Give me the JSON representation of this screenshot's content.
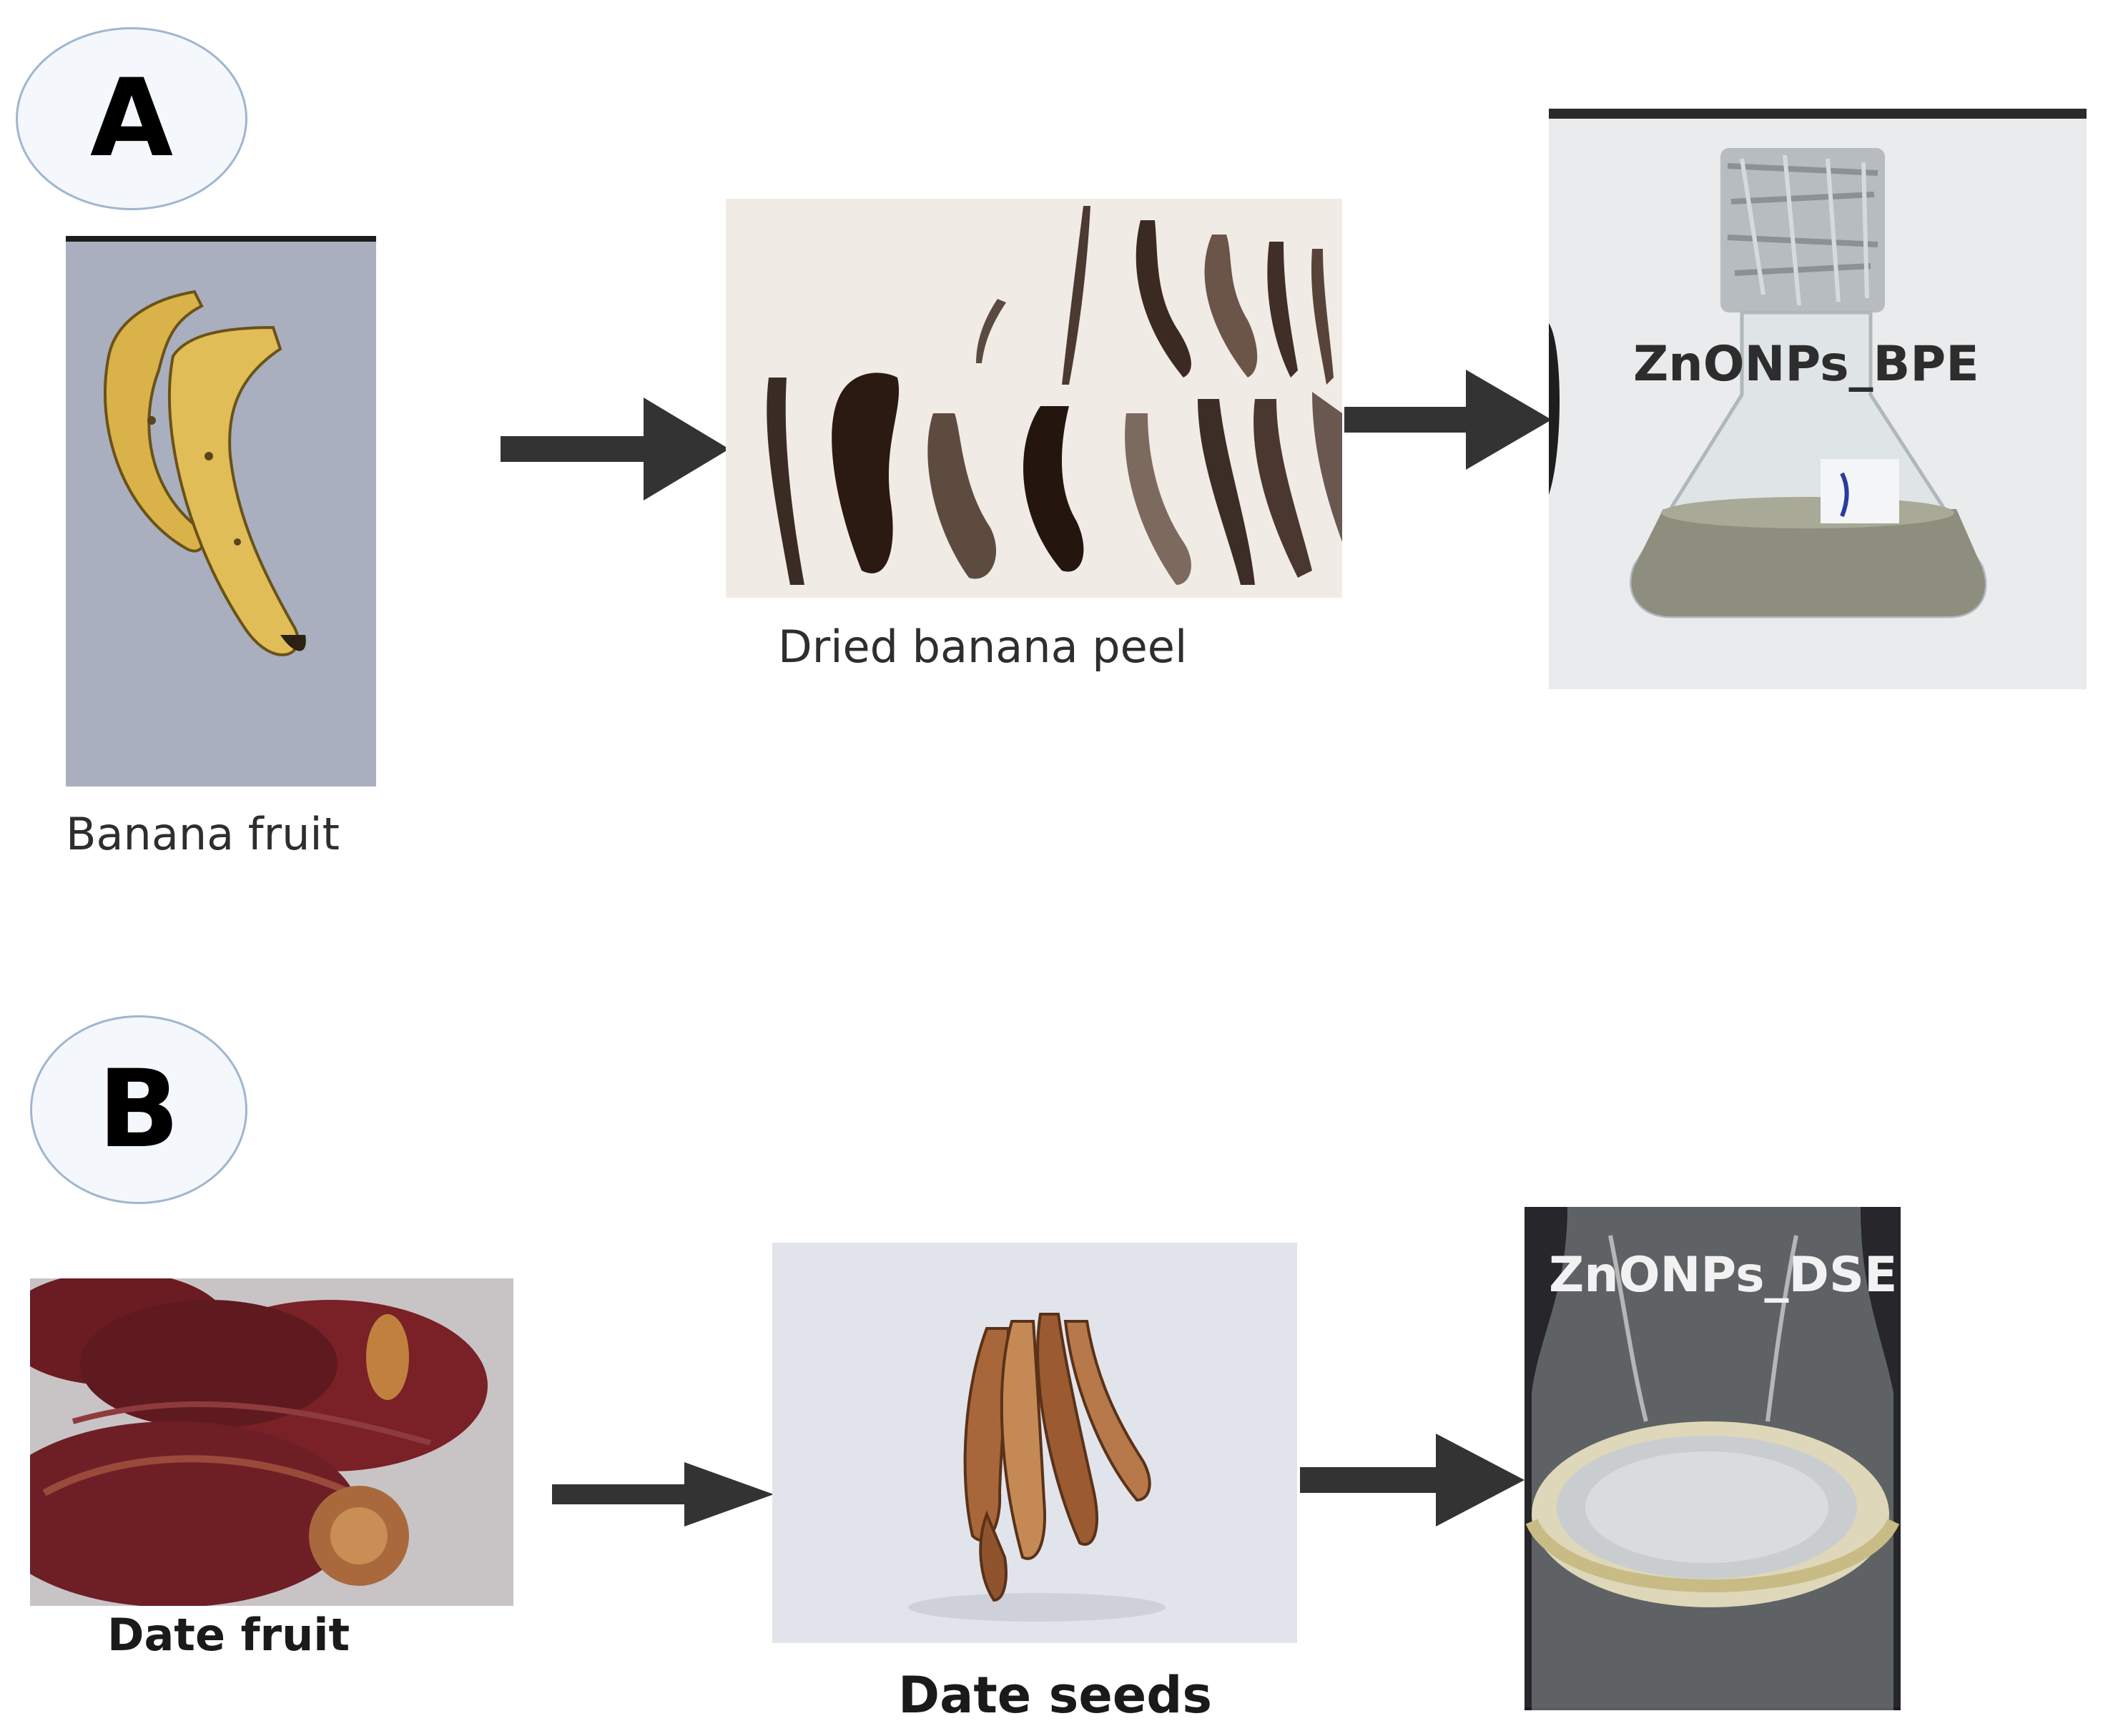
{
  "panel_a": {
    "badge": "A",
    "steps": [
      {
        "caption": "Banana fruit"
      },
      {
        "caption": "Dried banana peel"
      },
      {
        "caption": "",
        "flask_label": "ZnONPs_BPE"
      }
    ]
  },
  "panel_b": {
    "badge": "B",
    "steps": [
      {
        "caption": "Date fruit"
      },
      {
        "caption": "Date seeds"
      },
      {
        "caption": "",
        "flask_label": "ZnONPs_DSE"
      }
    ]
  },
  "colors": {
    "arrow": "#333333",
    "badge_border": "#9fb6cf",
    "badge_fill": "#f4f7fb"
  }
}
